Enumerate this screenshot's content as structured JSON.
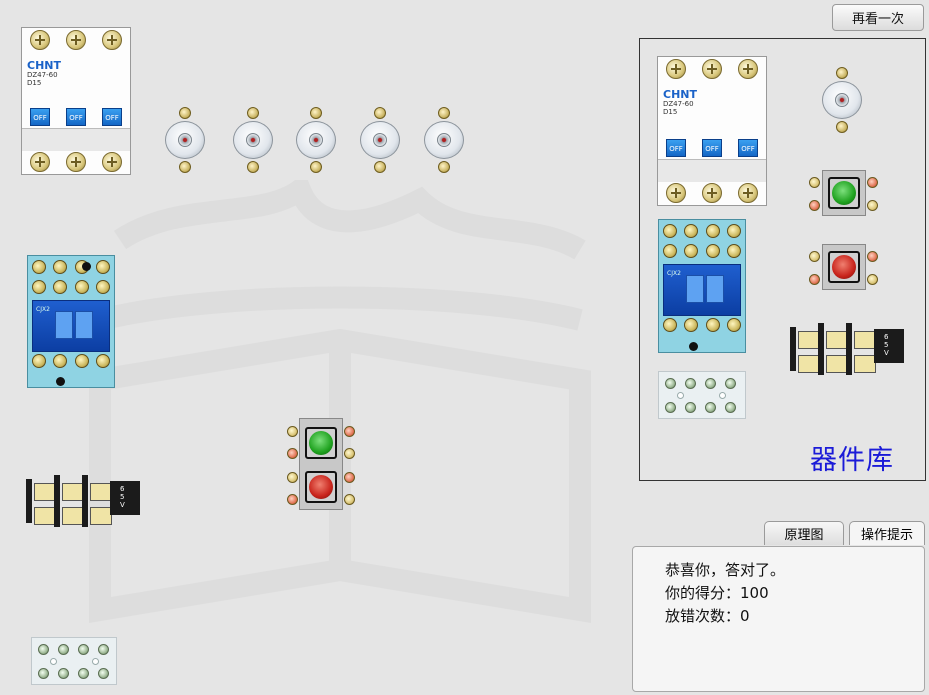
{
  "toolbar": {
    "replay_label": "再看一次"
  },
  "library": {
    "title": "器件库"
  },
  "tabs": [
    {
      "label": "原理图",
      "active": false
    },
    {
      "label": "操作提示",
      "active": true
    }
  ],
  "result": {
    "message": "恭喜你，答对了。",
    "score_label": "你的得分：",
    "score_value": "100",
    "errors_label": "放错次数：",
    "errors_value": "0"
  },
  "breaker": {
    "brand": "CHNT",
    "model": "DZ47-60",
    "rating": "D15",
    "switch_label": "OFF"
  },
  "contactor": {
    "label": "CJX2"
  },
  "terminal_block": {
    "label": "6\n5\nV"
  },
  "colors": {
    "background": "#e5e5e5",
    "library_title": "#1b1bd8",
    "start_button": "#1fa21f",
    "stop_button": "#c8231b",
    "contactor_body": "#8fd3e3"
  }
}
